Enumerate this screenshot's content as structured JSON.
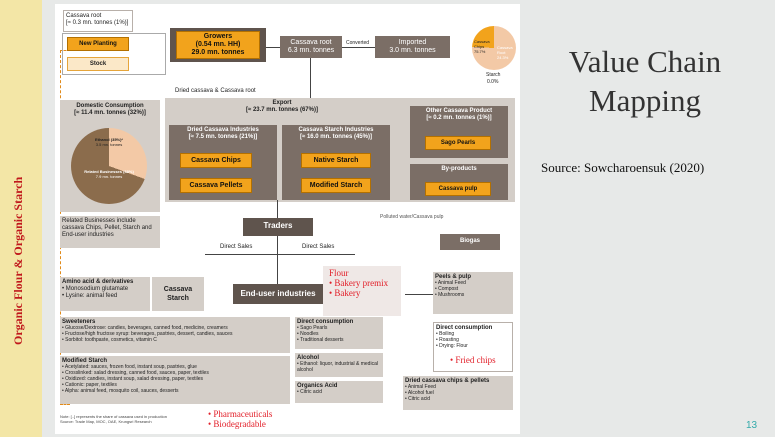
{
  "sidebar": {
    "label": "Organic Flour & Organic Starch"
  },
  "slide": {
    "title": "Value Chain Mapping",
    "source": "Source: Sowcharoensuk (2020)",
    "page_number": "13"
  },
  "diagram": {
    "cassava_root_top": "Cassava root",
    "cassava_root_top_value": "[≈ 0.3 mn. tonnes (1%)]",
    "new_planting": "New Planting",
    "stock": "Stock",
    "growers": "Growers",
    "growers_hh": "(0.54 mn. HH)",
    "growers_tonnes": "29.0 mn. tonnes",
    "cassava_root_mid": "Cassava root",
    "cassava_root_mid_value": "6.3 mn. tonnes",
    "converted": "Converted",
    "imported": "Imported",
    "imported_value": "3.0 mn. tonnes",
    "circle_left": "Cassava Chips 75.7%",
    "circle_right": "Cassava Root 24.3%",
    "starch_label": "Starch",
    "starch_value": "0.0%",
    "dried_cassava_root": "Dried cassava & Cassava root",
    "domestic_title": "Domestic Consumption",
    "domestic_value": "[≈ 11.4 mn. tonnes (32%)]",
    "ethanol": "Ethanol (35%)*",
    "ethanol_value": "3.5 mn. tonnes",
    "related_biz": "Related Businesses (68%)",
    "related_biz_value": "7.9 mn. tonnes",
    "related_note": "Related Businesses include cassava Chips, Pellet, Starch and End-user industries",
    "export_title": "Export",
    "export_value": "[≈ 23.7 mn. tonnes (67%)]",
    "dried_industries": "Dried Cassava Industries",
    "dried_industries_value": "[≈ 7.5 mn. tonnes (21%)]",
    "cassava_chips": "Cassava Chips",
    "cassava_pellets": "Cassava Pellets",
    "starch_industries": "Cassava Starch Industries",
    "starch_industries_value": "[≈ 16.0 mn. tonnes (45%)]",
    "native_starch": "Native Starch",
    "modified_starch": "Modified Starch",
    "other_product": "Other Cassava Product",
    "other_product_value": "[≈ 0.2 mn. tonnes (1%)]",
    "sago_pearls": "Sago Pearls",
    "byproducts": "By-products",
    "cassava_pulp": "Cassava pulp",
    "traders": "Traders",
    "polluted": "Polluted water/Cassava pulp",
    "biogas": "Biogas",
    "direct_sales_1": "Direct Sales",
    "direct_sales_2": "Direct Sales",
    "flour": "Flour",
    "bakery_premix": "• Bakery premix",
    "bakery": "• Bakery",
    "amino_title": "Amino acid & derivatives",
    "amino_1": "Monosodium glutamate",
    "amino_2": "Lysine: animal feed",
    "cassava_starch": "Cassava Starch",
    "end_user": "End-user industries",
    "sweeteners_title": "Sweeteners",
    "sweet_1": "Glucose/Dextrose: candies, beverages, canned food, medicine, creamers",
    "sweet_2": "Fructose/high fructose syrup: beverages, pastries, dessert, candies, sauces",
    "sweet_3": "Sorbitol: toothpaste, cosmetics, vitamin C",
    "modified_title": "Modified Starch",
    "mod_1": "Acetylated: sauces, frozen food, instant soup, pastries, glue",
    "mod_2": "Crosslinked: salad dressing, canned food, sauces, paper, textiles",
    "mod_3": "Oxidized: candies, instant soup, salad dressing, paper, textiles",
    "mod_4": "Cationic: paper, textiles",
    "mod_5": "Alpha: animal feed, mosquito coil, sauces, desserts",
    "direct_cons_title": "Direct consumption",
    "dc_1": "Sago Pearls",
    "dc_2": "Noodles",
    "dc_3": "Traditional desserts",
    "alcohol_title": "Alcohol",
    "alc_1": "Ethanol: liquor, industrial & medical alcohol",
    "organics_title": "Organics Acid",
    "org_1": "Citric acid",
    "peels_title": "Peels & pulp",
    "peel_1": "Animal Feed",
    "peel_2": "Compost",
    "peel_3": "Mushrooms",
    "direct_cons2_title": "Direct consumption",
    "dc2_1": "Boiling",
    "dc2_2": "Roasting",
    "dc2_3": "Drying: Flour",
    "fried_chips": "• Fried chips",
    "dried_chips_title": "Dried cassava chips & pellets",
    "dcp_1": "Animal Feed",
    "dcp_2": "Alcohol fuel",
    "dcp_3": "Citric acid",
    "note": "Note: [..] represents the share of cassava used in production",
    "note_source": "Source: Trade Map, MOC, OAE, Krungsri Research",
    "pharma": "• Pharmaceuticals",
    "biodegradable": "• Biodegradable"
  },
  "colors": {
    "orange": "#f2a31c",
    "dark_box": "#7b6e66",
    "red": "#e2202a",
    "sidebar": "#f3e6a6"
  }
}
